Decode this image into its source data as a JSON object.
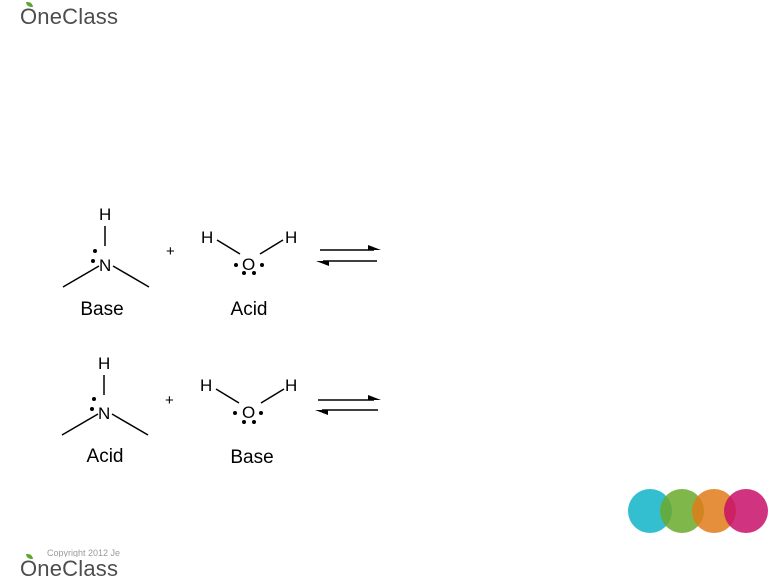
{
  "branding": {
    "logo_text": "OneClass",
    "copyright": "Copyright 2012 Je"
  },
  "reactions": [
    {
      "molecule1": {
        "atom_center": "N",
        "atom_top": "H"
      },
      "plus": "+",
      "molecule2": {
        "atom_center": "O",
        "atom_left": "H",
        "atom_right": "H"
      },
      "label1": "Base",
      "label2": "Acid"
    },
    {
      "molecule1": {
        "atom_center": "N",
        "atom_top": "H"
      },
      "plus": "+",
      "molecule2": {
        "atom_center": "O",
        "atom_left": "H",
        "atom_right": "H"
      },
      "label1": "Acid",
      "label2": "Base"
    }
  ],
  "decoration": {
    "circle_colors": [
      "#10b4c8",
      "#6aaa2c",
      "#e07b1a",
      "#c8106a"
    ]
  }
}
